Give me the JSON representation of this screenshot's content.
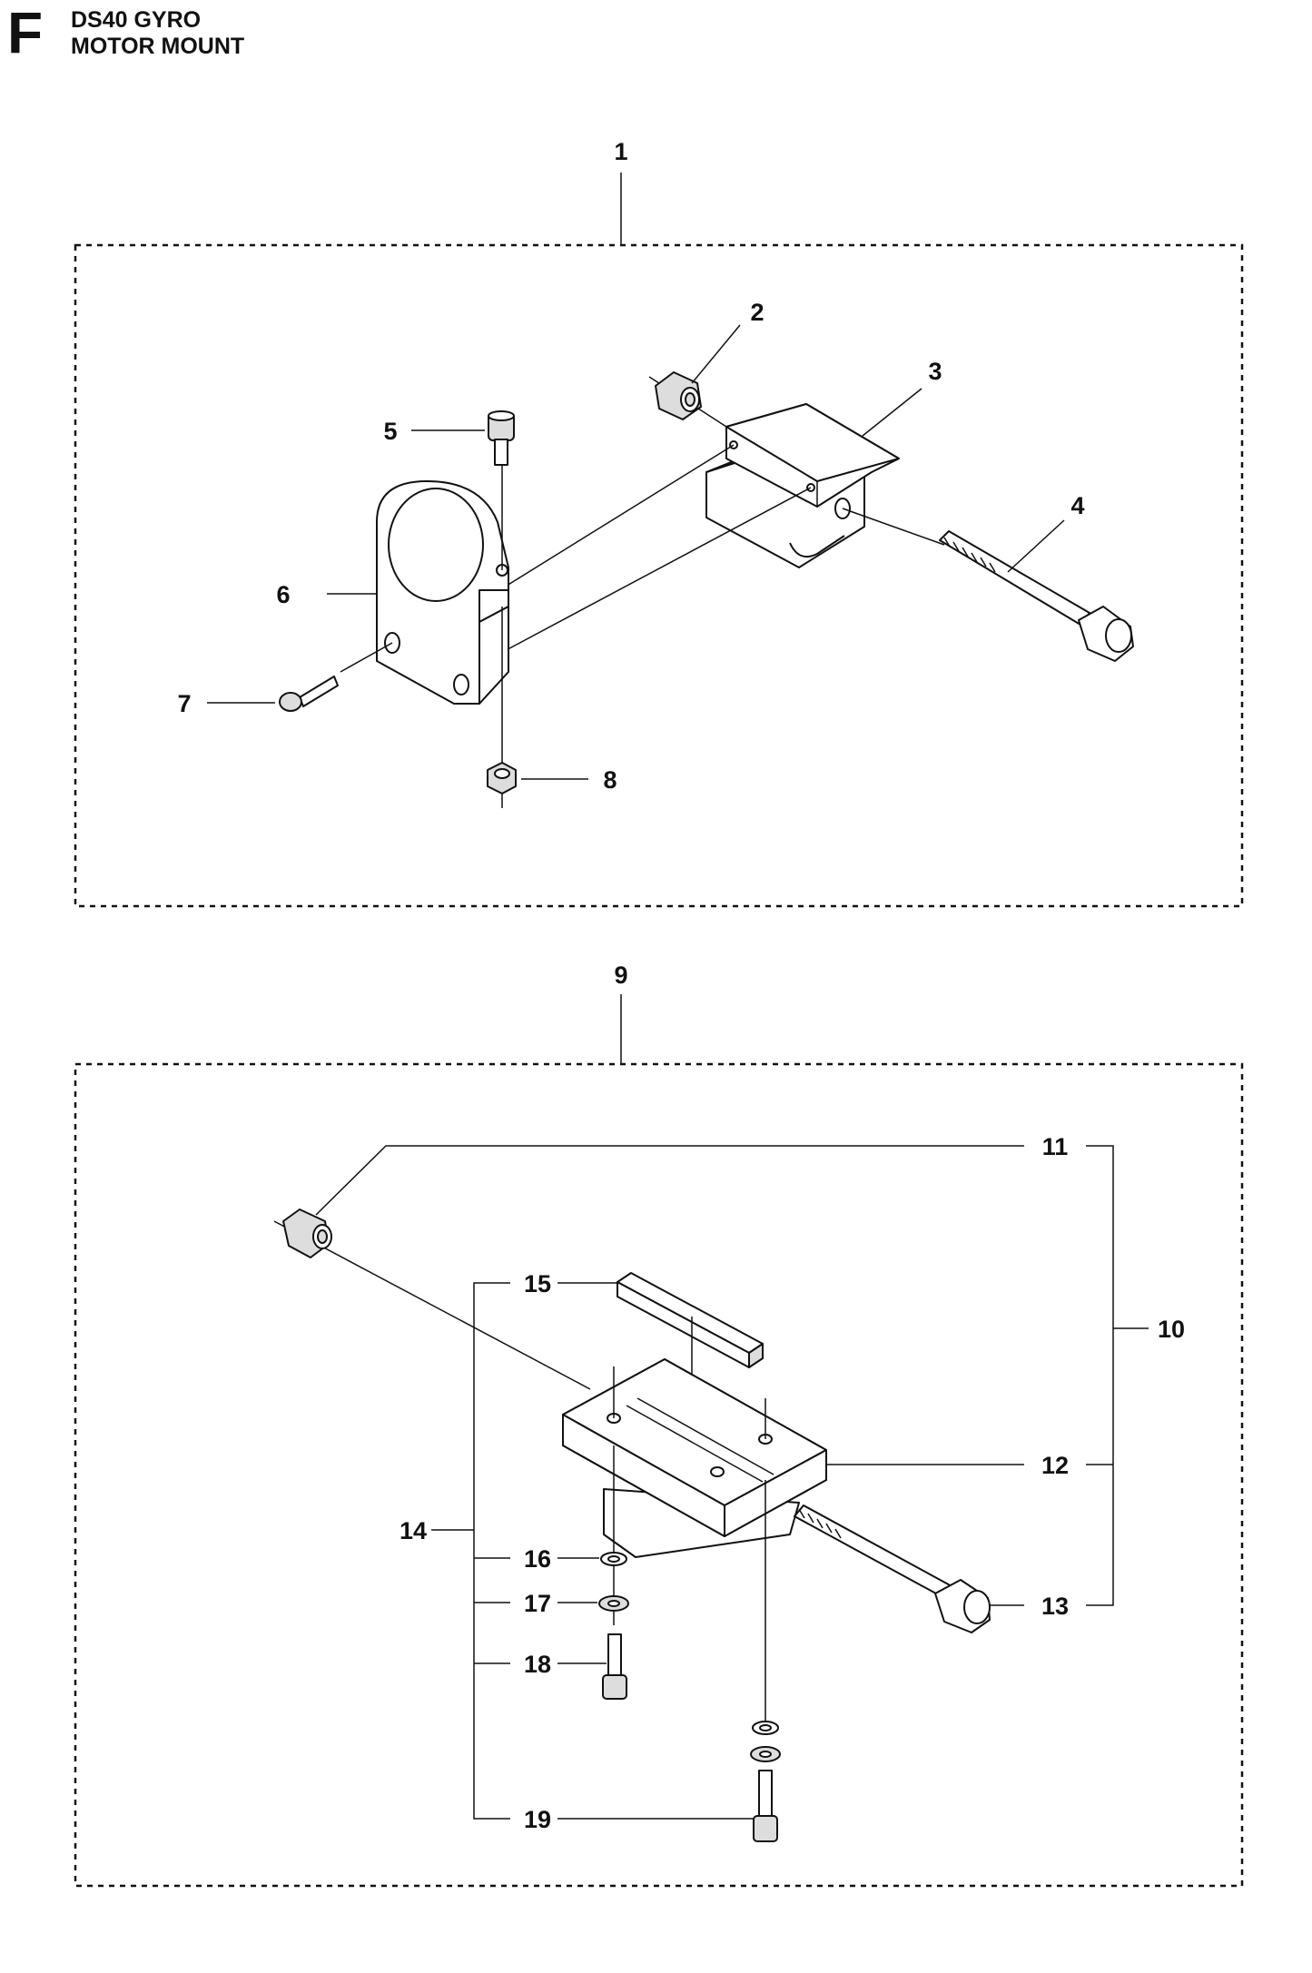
{
  "header": {
    "section_letter": "F",
    "title_line1": "DS40 GYRO",
    "title_line2": "MOTOR MOUNT"
  },
  "callouts": {
    "c1": "1",
    "c2": "2",
    "c3": "3",
    "c4": "4",
    "c5": "5",
    "c6": "6",
    "c7": "7",
    "c8": "8",
    "c9": "9",
    "c10": "10",
    "c11": "11",
    "c12": "12",
    "c13": "13",
    "c14": "14",
    "c15": "15",
    "c16": "16",
    "c17": "17",
    "c18": "18",
    "c19": "19"
  }
}
